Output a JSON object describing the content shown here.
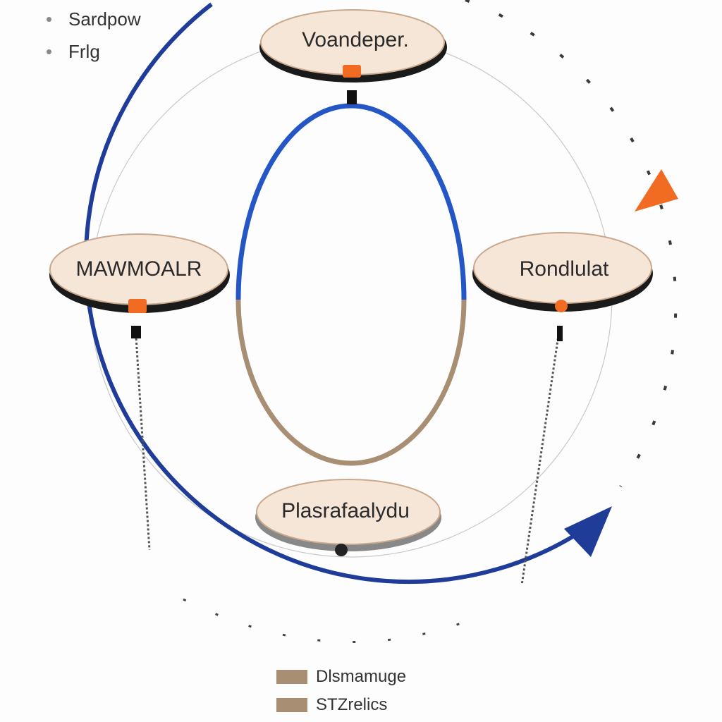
{
  "legend_top": [
    {
      "label": "Sardpow"
    },
    {
      "label": "Frlg"
    }
  ],
  "nodes": {
    "top": {
      "label": "Voandeper."
    },
    "left": {
      "label": "MAWMOALR"
    },
    "right": {
      "label": "Rondlulat"
    },
    "bottom": {
      "label": "Plasrafaalydu"
    }
  },
  "legend_bottom": [
    {
      "label": "Dlsmamuge",
      "color": "#a88f74"
    },
    {
      "label": "STZrelics",
      "color": "#a88f74"
    }
  ],
  "colors": {
    "outer_arc": "#1f3c99",
    "inner_blue": "#2457c5",
    "inner_tan": "#a88f74",
    "node_fill": "#f6e6d8",
    "node_shadow": "#1a1a1a",
    "accent_orange": "#f26b22",
    "background": "#fdfdfd"
  }
}
